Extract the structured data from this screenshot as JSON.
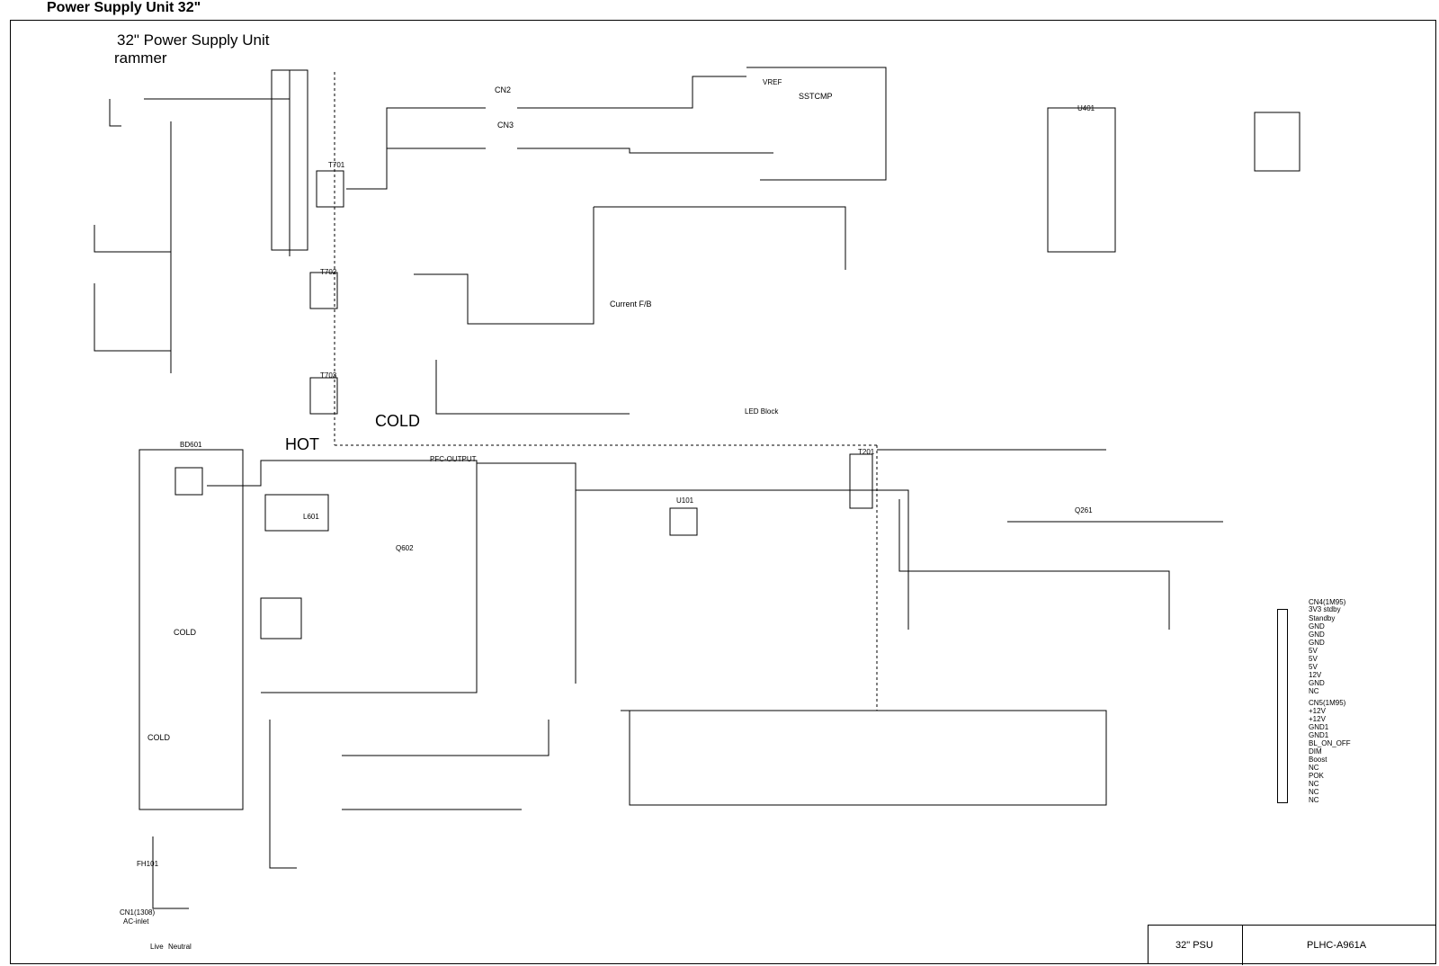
{
  "header": {
    "title": "Power Supply Unit 32\"",
    "subtitle_line1": "32\" Power Supply Unit",
    "subtitle_line2": "rammer"
  },
  "zones": {
    "hot": "HOT",
    "cold": "COLD"
  },
  "title_block": {
    "name": "32\" PSU",
    "code": "PLHC-A961A"
  },
  "connector": {
    "upper_label": "CN4(1M95)",
    "upper_pins": [
      "3V3 stdby",
      "Standby",
      "GND",
      "GND",
      "GND",
      "5V",
      "5V",
      "5V",
      "12V",
      "GND",
      "NC"
    ],
    "lower_label": "CN5(1M95)",
    "lower_pins": [
      "+12V",
      "+12V",
      "GND1",
      "GND1",
      "BL_ON_OFF",
      "DIM",
      "Boost",
      "NC",
      "POK",
      "NC",
      "NC",
      "NC"
    ]
  },
  "components": {
    "t701": "T701",
    "t702": "T702",
    "t703": "T703",
    "cn2": "CN2",
    "cn3": "CN3",
    "u401": "U401",
    "bd601": "BD601",
    "l601": "L601",
    "q602": "Q602",
    "u101": "U101",
    "t201": "T201",
    "q261": "Q261",
    "fh101": "FH101",
    "cn1": "CN1(1308)",
    "current_fb": "Current F/B",
    "led_block": "LED Block",
    "sstcmp": "SSTCMP",
    "vref": "VREF",
    "pfc_output": "PFC-OUTPUT",
    "ac_inlet": "AC-inlet",
    "live": "Live",
    "neutral": "Neutral"
  }
}
